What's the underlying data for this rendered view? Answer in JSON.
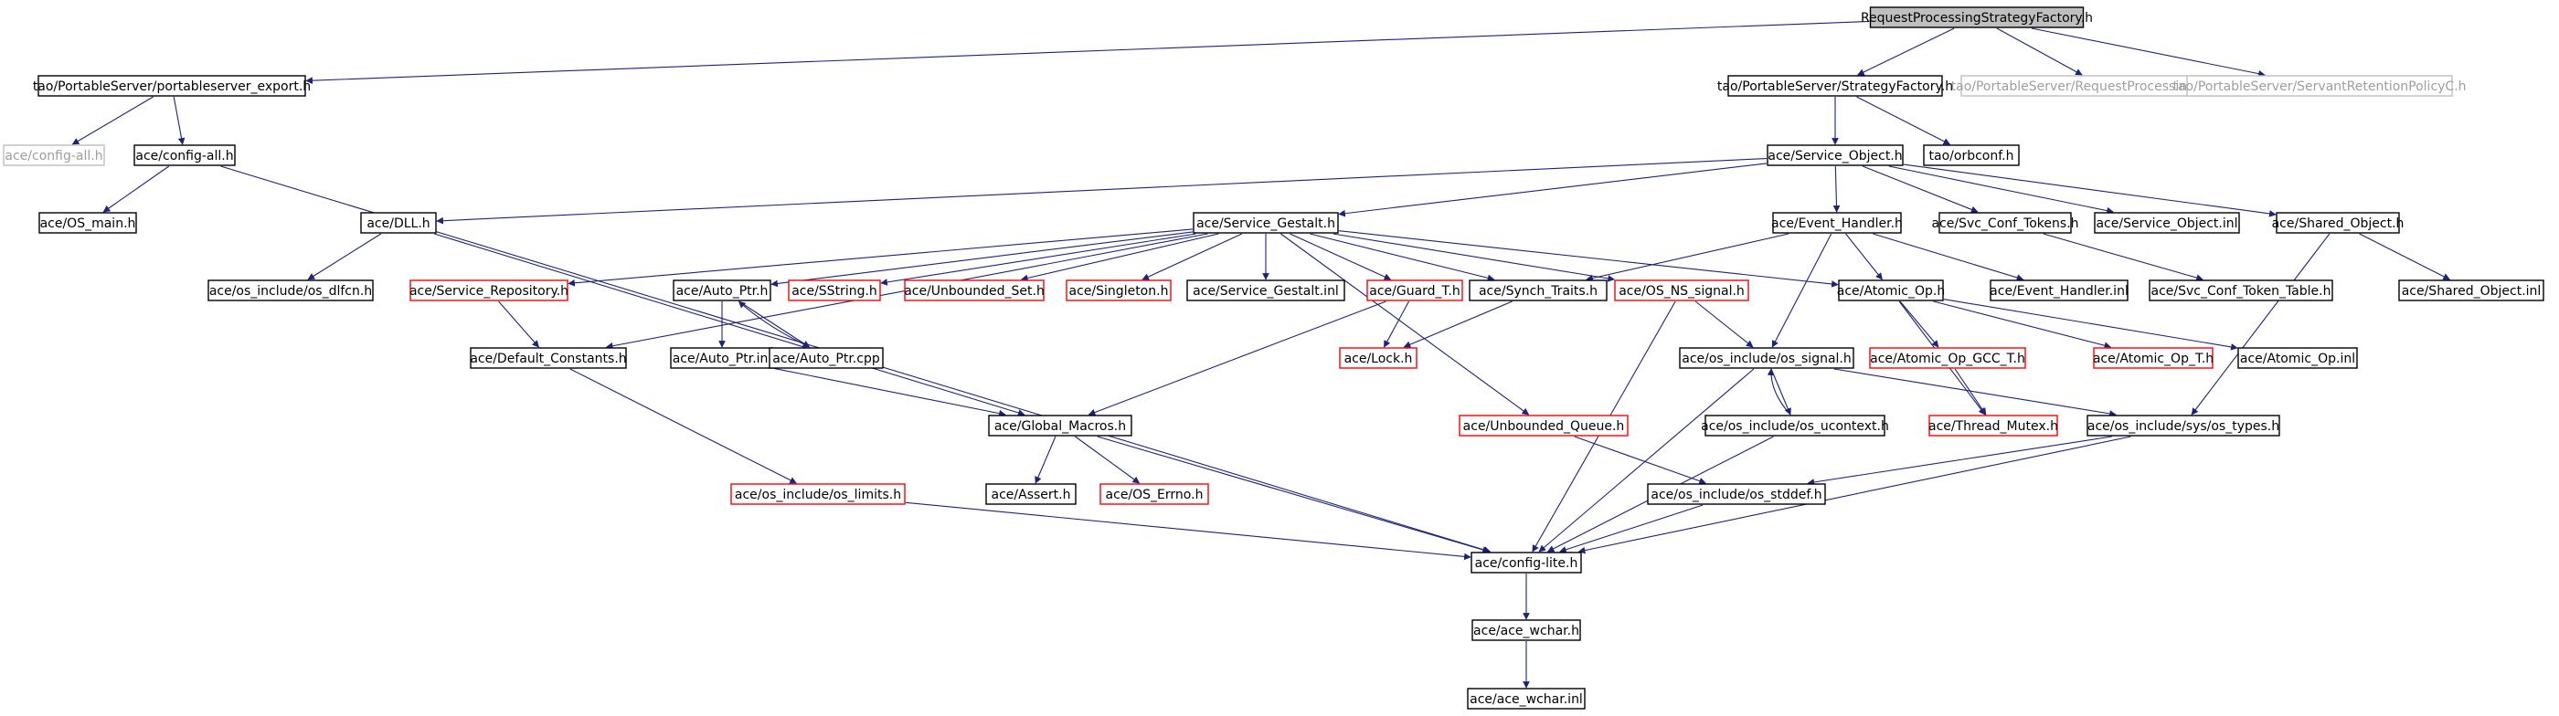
{
  "colors": {
    "edge": "#1a237e",
    "node_border": "#000000",
    "missing_border": "#ff0000",
    "external_border": "#bfbfbf",
    "external_text": "#9e9e9e",
    "root_fill": "#bfbfbf"
  },
  "nodes": [
    {
      "id": "root",
      "label": "RequestProcessingStrategyFactory.h",
      "kind": "root"
    },
    {
      "id": "pse",
      "label": "tao/PortableServer/portableserver_export.h",
      "kind": "normal"
    },
    {
      "id": "sf",
      "label": "tao/PortableServer/StrategyFactory.h",
      "kind": "normal"
    },
    {
      "id": "rpp",
      "label": "tao/PortableServer/RequestProcessingPolicyC.h",
      "kind": "external"
    },
    {
      "id": "srp",
      "label": "tao/PortableServer/ServantRetentionPolicyC.h",
      "kind": "external"
    },
    {
      "id": "cfgall1",
      "label": "ace/config-all.h",
      "kind": "external"
    },
    {
      "id": "cfgall2",
      "label": "ace/config-all.h",
      "kind": "normal"
    },
    {
      "id": "orbconf",
      "label": "tao/orbconf.h",
      "kind": "normal"
    },
    {
      "id": "svcobj",
      "label": "ace/Service_Object.h",
      "kind": "normal"
    },
    {
      "id": "osmain",
      "label": "ace/OS_main.h",
      "kind": "normal"
    },
    {
      "id": "dll",
      "label": "ace/DLL.h",
      "kind": "normal"
    },
    {
      "id": "sg",
      "label": "ace/Service_Gestalt.h",
      "kind": "normal"
    },
    {
      "id": "eh",
      "label": "ace/Event_Handler.h",
      "kind": "normal"
    },
    {
      "id": "sct",
      "label": "ace/Svc_Conf_Tokens.h",
      "kind": "normal"
    },
    {
      "id": "soinl",
      "label": "ace/Service_Object.inl",
      "kind": "normal"
    },
    {
      "id": "sho",
      "label": "ace/Shared_Object.h",
      "kind": "normal"
    },
    {
      "id": "dlfcn",
      "label": "ace/os_include/os_dlfcn.h",
      "kind": "normal"
    },
    {
      "id": "srep",
      "label": "ace/Service_Repository.h",
      "kind": "missing"
    },
    {
      "id": "autoptr",
      "label": "ace/Auto_Ptr.h",
      "kind": "normal"
    },
    {
      "id": "sstring",
      "label": "ace/SString.h",
      "kind": "missing"
    },
    {
      "id": "unbset",
      "label": "ace/Unbounded_Set.h",
      "kind": "missing"
    },
    {
      "id": "singleton",
      "label": "ace/Singleton.h",
      "kind": "missing"
    },
    {
      "id": "sginl",
      "label": "ace/Service_Gestalt.inl",
      "kind": "normal"
    },
    {
      "id": "guard",
      "label": "ace/Guard_T.h",
      "kind": "missing"
    },
    {
      "id": "synch",
      "label": "ace/Synch_Traits.h",
      "kind": "normal"
    },
    {
      "id": "osns",
      "label": "ace/OS_NS_signal.h",
      "kind": "missing"
    },
    {
      "id": "atomic",
      "label": "ace/Atomic_Op.h",
      "kind": "normal"
    },
    {
      "id": "ehinl",
      "label": "ace/Event_Handler.inl",
      "kind": "normal"
    },
    {
      "id": "sctt",
      "label": "ace/Svc_Conf_Token_Table.h",
      "kind": "normal"
    },
    {
      "id": "shoinl",
      "label": "ace/Shared_Object.inl",
      "kind": "normal"
    },
    {
      "id": "defc",
      "label": "ace/Default_Constants.h",
      "kind": "normal"
    },
    {
      "id": "apinl",
      "label": "ace/Auto_Ptr.inl",
      "kind": "normal"
    },
    {
      "id": "apcpp",
      "label": "ace/Auto_Ptr.cpp",
      "kind": "normal"
    },
    {
      "id": "lock",
      "label": "ace/Lock.h",
      "kind": "missing"
    },
    {
      "id": "ossig",
      "label": "ace/os_include/os_signal.h",
      "kind": "normal"
    },
    {
      "id": "aogcc",
      "label": "ace/Atomic_Op_GCC_T.h",
      "kind": "missing"
    },
    {
      "id": "aot",
      "label": "ace/Atomic_Op_T.h",
      "kind": "missing"
    },
    {
      "id": "aoinl",
      "label": "ace/Atomic_Op.inl",
      "kind": "normal"
    },
    {
      "id": "gm",
      "label": "ace/Global_Macros.h",
      "kind": "normal"
    },
    {
      "id": "unbq",
      "label": "ace/Unbounded_Queue.h",
      "kind": "missing"
    },
    {
      "id": "ucontext",
      "label": "ace/os_include/os_ucontext.h",
      "kind": "normal"
    },
    {
      "id": "tmutex",
      "label": "ace/Thread_Mutex.h",
      "kind": "missing"
    },
    {
      "id": "systypes",
      "label": "ace/os_include/sys/os_types.h",
      "kind": "normal"
    },
    {
      "id": "limits",
      "label": "ace/os_include/os_limits.h",
      "kind": "missing"
    },
    {
      "id": "assert",
      "label": "ace/Assert.h",
      "kind": "normal"
    },
    {
      "id": "errno",
      "label": "ace/OS_Errno.h",
      "kind": "missing"
    },
    {
      "id": "stddef",
      "label": "ace/os_include/os_stddef.h",
      "kind": "normal"
    },
    {
      "id": "cfglite",
      "label": "ace/config-lite.h",
      "kind": "normal"
    },
    {
      "id": "wchar",
      "label": "ace/ace_wchar.h",
      "kind": "normal"
    },
    {
      "id": "wcharinl",
      "label": "ace/ace_wchar.inl",
      "kind": "normal"
    }
  ],
  "edges": [
    [
      "root",
      "pse"
    ],
    [
      "root",
      "sf"
    ],
    [
      "root",
      "rpp"
    ],
    [
      "root",
      "srp"
    ],
    [
      "pse",
      "cfgall1"
    ],
    [
      "pse",
      "cfgall2"
    ],
    [
      "cfgall2",
      "osmain"
    ],
    [
      "cfgall2",
      "cfglite"
    ],
    [
      "sf",
      "svcobj"
    ],
    [
      "sf",
      "orbconf"
    ],
    [
      "svcobj",
      "dll"
    ],
    [
      "svcobj",
      "sg"
    ],
    [
      "svcobj",
      "eh"
    ],
    [
      "svcobj",
      "sct"
    ],
    [
      "svcobj",
      "soinl"
    ],
    [
      "svcobj",
      "sho"
    ],
    [
      "dll",
      "dlfcn"
    ],
    [
      "dll",
      "gm"
    ],
    [
      "sg",
      "srep"
    ],
    [
      "sg",
      "defc"
    ],
    [
      "sg",
      "autoptr"
    ],
    [
      "sg",
      "sstring"
    ],
    [
      "sg",
      "unbset"
    ],
    [
      "sg",
      "singleton"
    ],
    [
      "sg",
      "sginl"
    ],
    [
      "sg",
      "guard"
    ],
    [
      "sg",
      "synch"
    ],
    [
      "sg",
      "osns"
    ],
    [
      "sg",
      "atomic"
    ],
    [
      "sg",
      "unbq"
    ],
    [
      "srep",
      "defc"
    ],
    [
      "autoptr",
      "apinl"
    ],
    [
      "autoptr",
      "apcpp"
    ],
    [
      "apcpp",
      "autoptr"
    ],
    [
      "apinl",
      "gm"
    ],
    [
      "guard",
      "lock"
    ],
    [
      "guard",
      "gm"
    ],
    [
      "synch",
      "lock"
    ],
    [
      "osns",
      "ossig"
    ],
    [
      "osns",
      "cfglite"
    ],
    [
      "eh",
      "synch"
    ],
    [
      "eh",
      "atomic"
    ],
    [
      "eh",
      "ehinl"
    ],
    [
      "eh",
      "ossig"
    ],
    [
      "atomic",
      "aogcc"
    ],
    [
      "atomic",
      "aot"
    ],
    [
      "atomic",
      "aoinl"
    ],
    [
      "atomic",
      "tmutex"
    ],
    [
      "aogcc",
      "tmutex"
    ],
    [
      "sct",
      "sctt"
    ],
    [
      "sho",
      "shoinl"
    ],
    [
      "sho",
      "systypes"
    ],
    [
      "defc",
      "limits"
    ],
    [
      "ossig",
      "ucontext"
    ],
    [
      "ossig",
      "systypes"
    ],
    [
      "ossig",
      "cfglite"
    ],
    [
      "ucontext",
      "ossig"
    ],
    [
      "ucontext",
      "cfglite"
    ],
    [
      "systypes",
      "stddef"
    ],
    [
      "systypes",
      "cfglite"
    ],
    [
      "unbq",
      "stddef"
    ],
    [
      "gm",
      "assert"
    ],
    [
      "gm",
      "errno"
    ],
    [
      "gm",
      "cfglite"
    ],
    [
      "limits",
      "cfglite"
    ],
    [
      "stddef",
      "cfglite"
    ],
    [
      "cfglite",
      "wchar"
    ],
    [
      "wchar",
      "wcharinl"
    ]
  ]
}
